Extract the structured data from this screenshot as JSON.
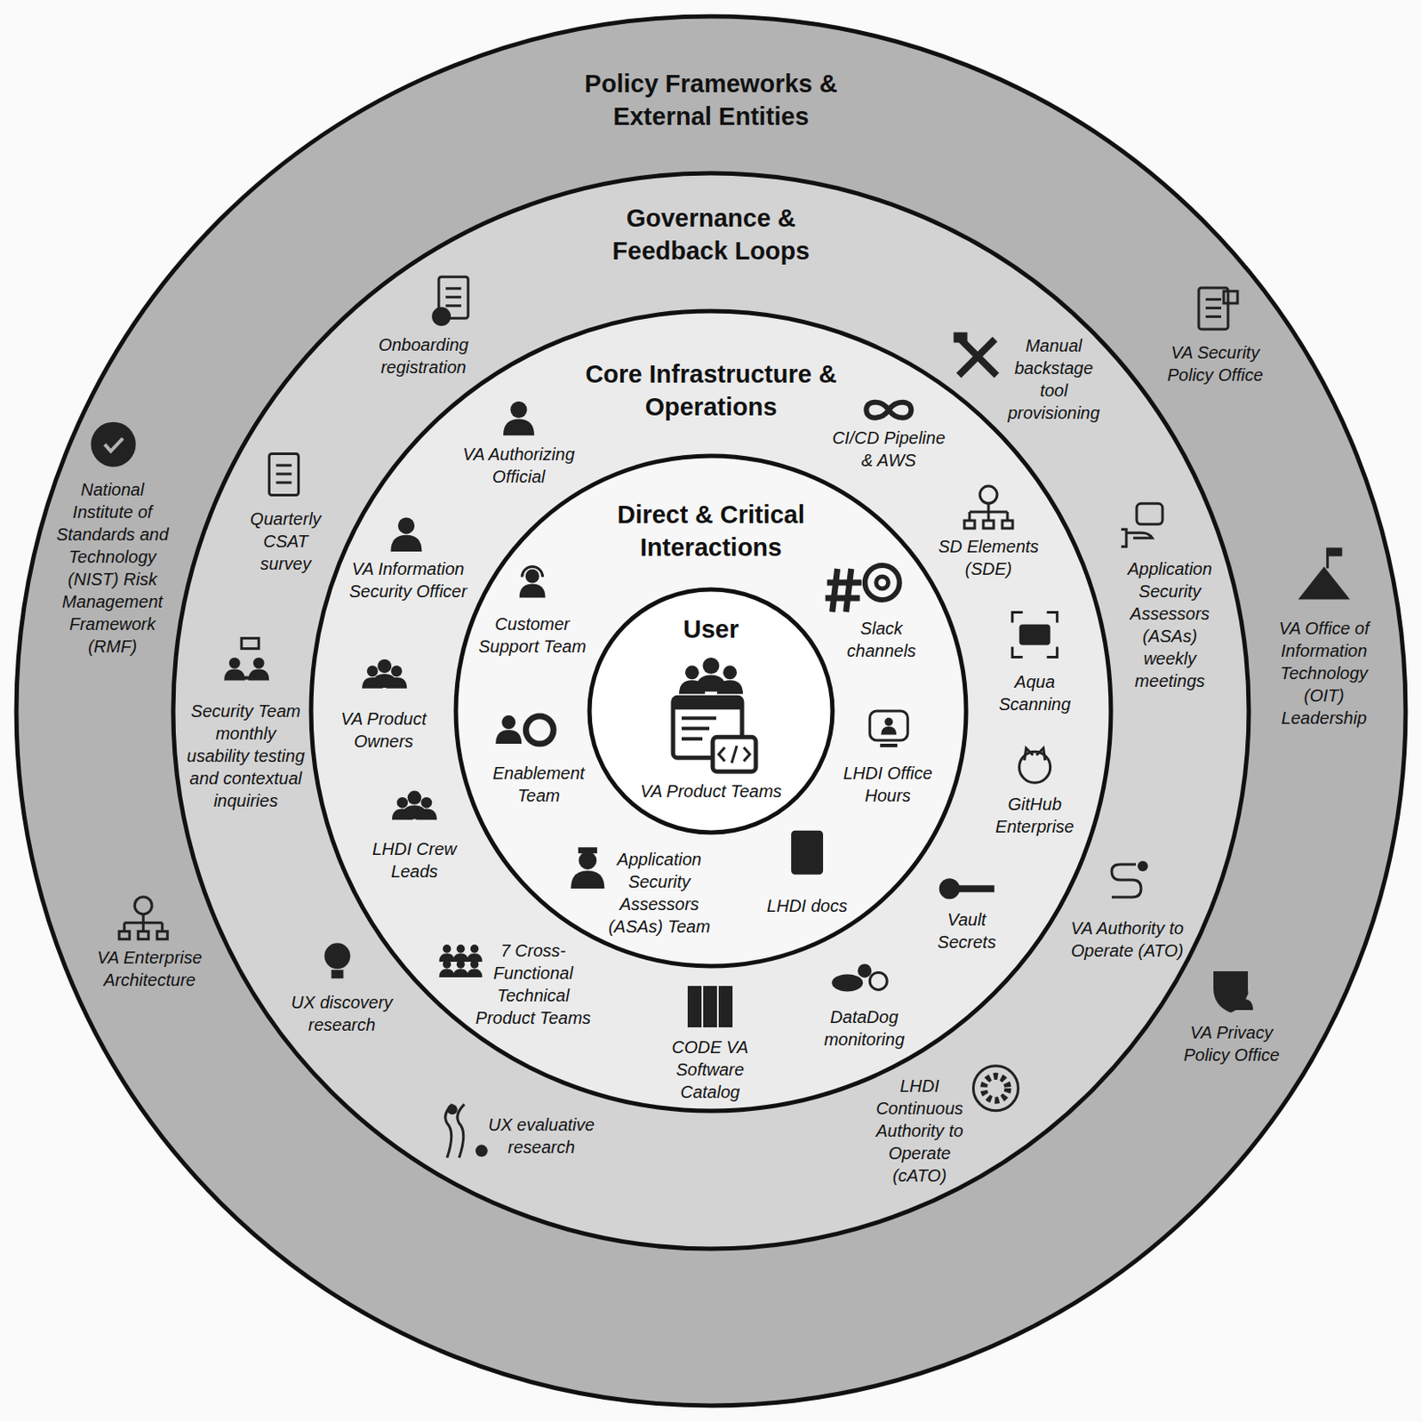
{
  "diagram": {
    "nodes": [
      {
        "text": [
          "Policy Frameworks & External Entities"
        ]
      },
      {
        "text": [
          "Governance & Feedback Loops"
        ],
        "in": 0
      },
      {
        "text": [
          "Core Infrastructure & Operations"
        ],
        "in": 1
      },
      {
        "text": [
          "Direct & Critical Interactions"
        ],
        "in": 2
      },
      {
        "text": [
          "User",
          "VA Product Teams"
        ],
        "in": 3
      }
    ],
    "labels": [
      "National Institute of Standards and Technology (NIST) Risk Management Framework (RMF)",
      "VA Enterprise Architecture",
      "VA Security Policy Office",
      "VA Office of Information Technology (OIT) Leadership",
      "VA Privacy Policy Office",
      "Onboarding registration",
      "Quarterly CSAT survey",
      "Security Team monthly usability testing and contextual inquiries",
      "UX discovery research",
      "UX evaluative research",
      "LHDI Continuous Authority to Operate (cATO)",
      "VA Authority to Operate (ATO)",
      "Application Security Assessors (ASAs) weekly meetings",
      "Manual backstage tool provisioning",
      "VA Authorizing Official",
      "VA Information Security Officer",
      "VA Product Owners",
      "LHDI Crew Leads",
      "7 Cross-Functional Technical Product Teams",
      "CODE VA Software Catalog",
      "DataDog monitoring",
      "Vault Secrets",
      "GitHub Enterprise",
      "Aqua Scanning",
      "SD Elements (SDE)",
      "CI/CD Pipeline & AWS",
      "Customer Support Team",
      "Enablement Team",
      "Application Security Assessors (ASAs) Team",
      "LHDI docs",
      "LHDI Office Hours",
      "Slack channels"
    ]
  }
}
